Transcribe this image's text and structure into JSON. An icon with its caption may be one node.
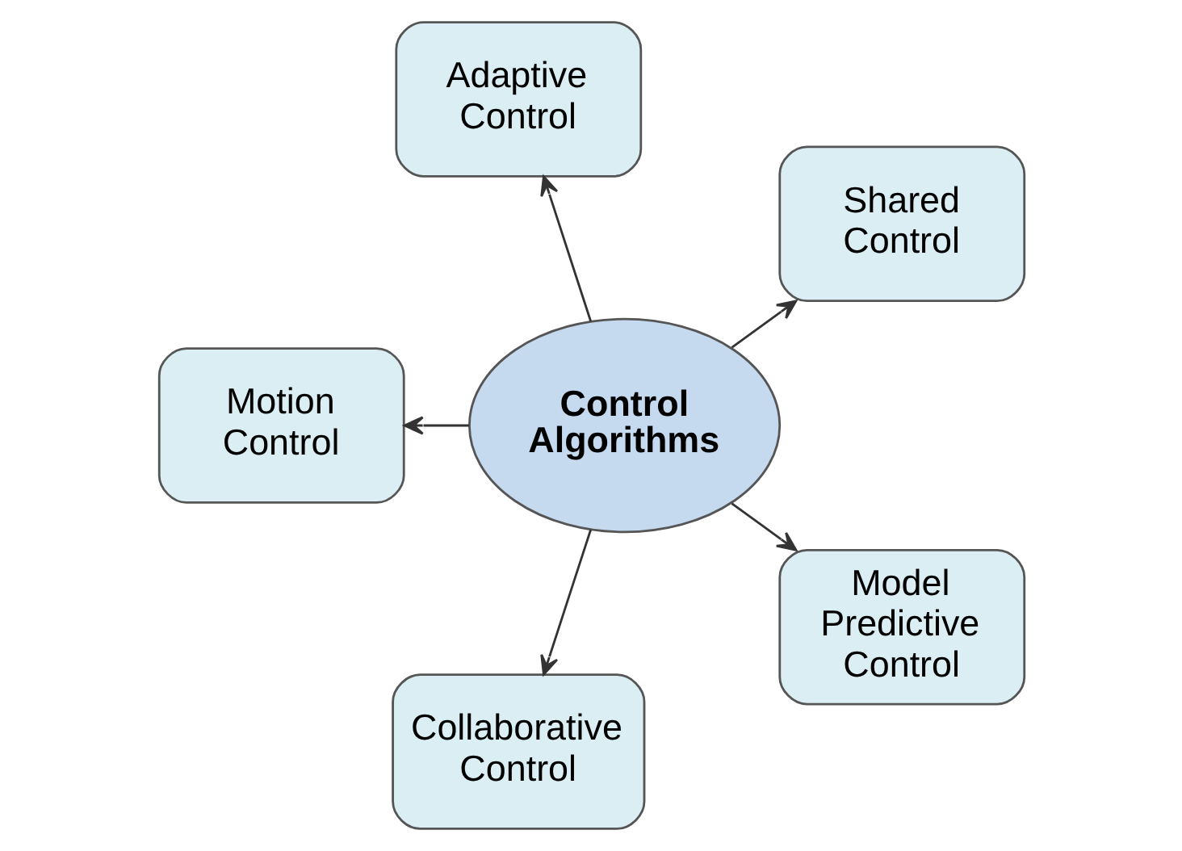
{
  "diagram": {
    "nodes": [
      {
        "text": [
          "Control Algorithms"
        ]
      },
      {
        "text": [
          "Shared Control"
        ]
      },
      {
        "text": [
          "Adaptive Control"
        ]
      },
      {
        "text": [
          "Motion Control"
        ]
      },
      {
        "text": [
          "Collaborative Control"
        ]
      },
      {
        "text": [
          "Model Predictive Control"
        ]
      }
    ],
    "edges": [
      {
        "from": 0,
        "to": 1,
        "arrow": "to"
      },
      {
        "from": 0,
        "to": 2,
        "arrow": "to"
      },
      {
        "from": 0,
        "to": 3,
        "arrow": "to"
      },
      {
        "from": 0,
        "to": 4,
        "arrow": "to"
      },
      {
        "from": 0,
        "to": 5,
        "arrow": "to"
      }
    ]
  }
}
